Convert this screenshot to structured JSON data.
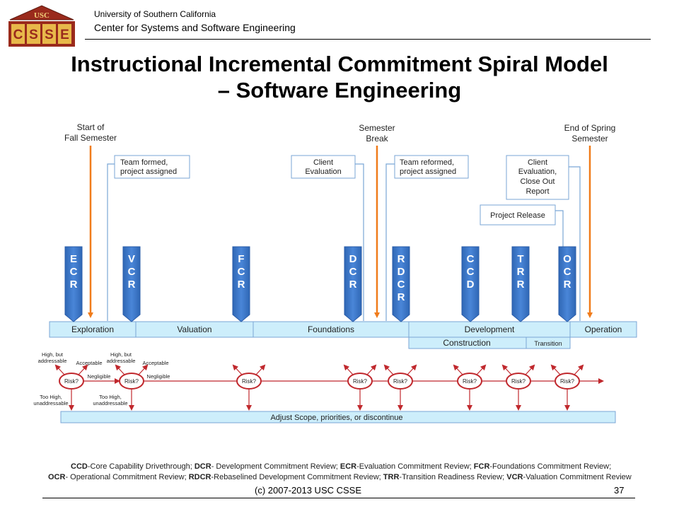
{
  "header": {
    "university": "University of Southern California",
    "center": "Center for Systems and Software Engineering",
    "logo": {
      "top": "USC",
      "letters": [
        "C",
        "S",
        "S",
        "E"
      ]
    }
  },
  "title": {
    "line1": "Instructional Incremental Commitment Spiral Model",
    "line2": "– Software Engineering"
  },
  "annotations": {
    "start_fall": [
      "Start of",
      "Fall Semester"
    ],
    "semester_break": [
      "Semester",
      "Break"
    ],
    "end_spring": [
      "End of Spring",
      "Semester"
    ],
    "team_formed": [
      "Team formed,",
      "project assigned"
    ],
    "client_eval": [
      "Client",
      "Evaluation"
    ],
    "team_reformed": [
      "Team reformed,",
      "project assigned"
    ],
    "client_eval_close": [
      "Client",
      "Evaluation,",
      "Close Out",
      "Report"
    ],
    "project_release": "Project Release"
  },
  "reviews": [
    {
      "label": "ECR",
      "letters": [
        "E",
        "C",
        "R"
      ]
    },
    {
      "label": "VCR",
      "letters": [
        "V",
        "C",
        "R"
      ]
    },
    {
      "label": "FCR",
      "letters": [
        "F",
        "C",
        "R"
      ]
    },
    {
      "label": "DCR",
      "letters": [
        "D",
        "C",
        "R"
      ]
    },
    {
      "label": "RDCR",
      "letters": [
        "R",
        "D",
        "C",
        "R"
      ]
    },
    {
      "label": "CCD",
      "letters": [
        "C",
        "C",
        "D"
      ]
    },
    {
      "label": "TRR",
      "letters": [
        "T",
        "R",
        "R"
      ]
    },
    {
      "label": "OCR",
      "letters": [
        "O",
        "C",
        "R"
      ]
    }
  ],
  "phases": {
    "exploration": "Exploration",
    "valuation": "Valuation",
    "foundations": "Foundations",
    "development": "Development",
    "operation": "Operation",
    "construction": "Construction",
    "transition": "Transition"
  },
  "risk": {
    "label": "Risk?",
    "high_addressable": [
      "High, but",
      "addressable"
    ],
    "acceptable": "Acceptable",
    "negligible": "Negligible",
    "too_high": [
      "Too High,",
      "unaddressable"
    ]
  },
  "adjust_bar": "Adjust Scope, priorities, or discontinue",
  "legend": {
    "line1": [
      {
        "abbr": "CCD",
        "text": "-Core Capability Drivethrough; "
      },
      {
        "abbr": "DCR",
        "text": "- Development Commitment Review; "
      },
      {
        "abbr": "ECR",
        "text": "-Evaluation Commitment Review; "
      },
      {
        "abbr": "FCR",
        "text": "-Foundations  Commitment Review;"
      }
    ],
    "line2": [
      {
        "abbr": "OCR",
        "text": "- Operational Commitment Review; "
      },
      {
        "abbr": "RDCR",
        "text": "-Rebaselined Development Commitment Review; "
      },
      {
        "abbr": "TRR",
        "text": "-Transition Readiness Review; "
      },
      {
        "abbr": "VCR",
        "text": "-Valuation Commitment Review"
      }
    ]
  },
  "footer": {
    "copyright": "(c) 2007-2013 USC CSSE",
    "page": "37"
  },
  "colors": {
    "review_blue": "#3b74c4",
    "phase_fill": "#cdeefb",
    "orange": "#f07c1b",
    "risk_red": "#c0282d",
    "thin_blue": "#7aa6d6",
    "logo_red": "#9a2a1c",
    "logo_gold": "#e8b84a"
  }
}
